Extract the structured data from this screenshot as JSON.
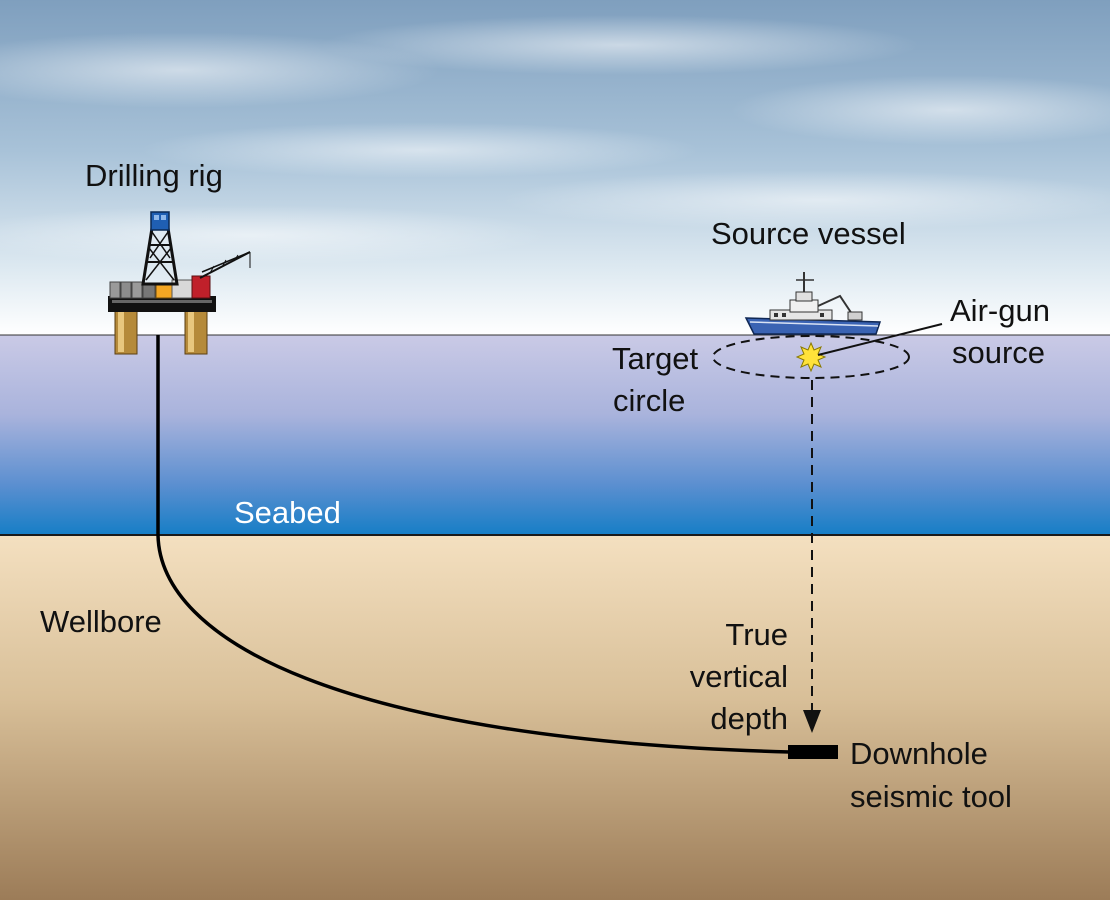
{
  "labels": {
    "drilling_rig": "Drilling rig",
    "source_vessel": "Source vessel",
    "air_gun_line1": "Air-gun",
    "air_gun_line2": "source",
    "target_circle_line1": "Target",
    "target_circle_line2": "circle",
    "seabed": "Seabed",
    "wellbore": "Wellbore",
    "tvd_line1": "True",
    "tvd_line2": "vertical",
    "tvd_line3": "depth",
    "tool_line1": "Downhole",
    "tool_line2": "seismic tool"
  },
  "colors": {
    "sky_top": "#7f9fbe",
    "sky_bottom": "#ffffff",
    "water_top": "#c9c9e6",
    "water_bottom": "#1b7fc6",
    "ground_top": "#f3dfbf",
    "ground_bottom": "#9e7e5b",
    "vessel_hull": "#3a63b3",
    "airgun": "#ffe23a",
    "rig_tower": "#1f5fb3",
    "rig_crane": "#c0202a"
  }
}
